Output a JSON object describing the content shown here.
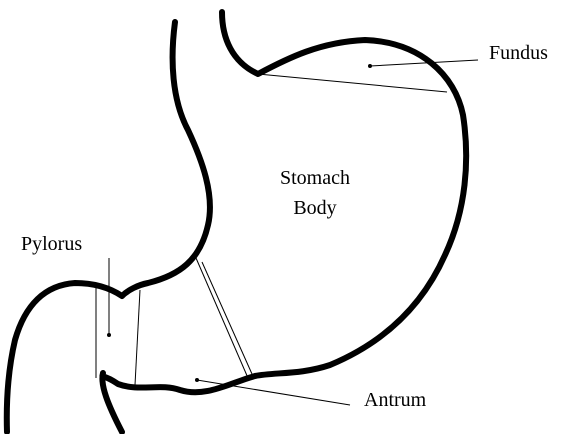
{
  "labels": {
    "fundus": "Fundus",
    "stomach_body_line1": "Stomach",
    "stomach_body_line2": "Body",
    "pylorus": "Pylorus",
    "antrum": "Antrum"
  }
}
